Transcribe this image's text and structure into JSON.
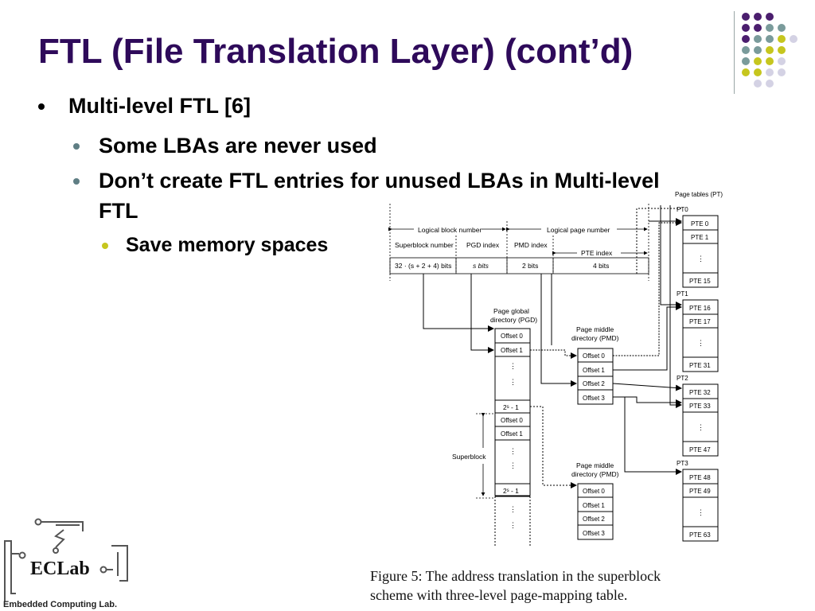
{
  "slide": {
    "title": "FTL (File Translation Layer) (cont’d)",
    "bullets": {
      "level1": "Multi-level FTL [6]",
      "level2_a": "Some LBAs are never used",
      "level2_b_line1": "Don’t create FTL entries for unused LBAs in Multi-level",
      "level2_b_line2": "FTL",
      "level3": "Save memory spaces"
    },
    "accent_colors": {
      "title": "#2e0a5a",
      "purple": "#4b1e6e",
      "teal": "#7a9b9b",
      "olive": "#c6c61e",
      "lavender": "#d4d2e4"
    }
  },
  "figure": {
    "labels": {
      "logical_block_number": "Logical block number",
      "logical_page_number": "Logical page number",
      "superblock_number": "Superblock number",
      "pgd_index": "PGD index",
      "pmd_index": "PMD index",
      "pte_index": "PTE index",
      "bits_superblock": "32 · (s + 2 + 4) bits",
      "bits_pgd": "s bits",
      "bits_pmd": "2 bits",
      "bits_pte": "4 bits",
      "pgd_title_1": "Page global",
      "pgd_title_2": "directory (PGD)",
      "pmd_title_1": "Page middle",
      "pmd_title_2": "directory (PMD)",
      "page_tables": "Page tables (PT)",
      "superblock": "Superblock",
      "offset0": "Offset 0",
      "offset1": "Offset 1",
      "offset2": "Offset 2",
      "offset3": "Offset 3",
      "two_s_minus_1": "2ˢ - 1",
      "pt0": "PT0",
      "pt1": "PT1",
      "pt2": "PT2",
      "pt3": "PT3",
      "pte0": "PTE 0",
      "pte1": "PTE 1",
      "pte15": "PTE 15",
      "pte16": "PTE 16",
      "pte17": "PTE 17",
      "pte31": "PTE 31",
      "pte32": "PTE 32",
      "pte33": "PTE 33",
      "pte47": "PTE 47",
      "pte48": "PTE 48",
      "pte49": "PTE 49",
      "pte63": "PTE 63"
    },
    "caption_line1": "Figure 5: The address translation in the superblock",
    "caption_line2": "scheme with three-level page-mapping table."
  },
  "logo": {
    "name": "ECLab",
    "subtitle": "Embedded Computing Lab."
  }
}
